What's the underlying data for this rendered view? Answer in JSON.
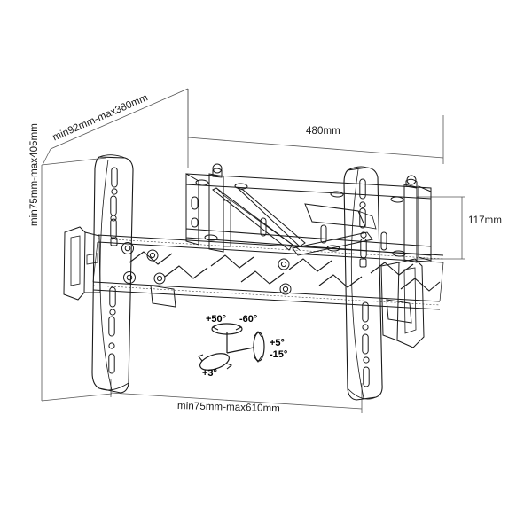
{
  "drawing": {
    "title": "TV wall mount bracket technical dimension drawing",
    "background_color": "#ffffff",
    "line_color": "#1a1a1a",
    "dimensions": {
      "depth_diagonal": "min92mm-max380mm",
      "height_vertical": "min75mm-max405mm",
      "width_top": "480mm",
      "depth_right": "117mm",
      "width_bottom": "min75mm-max610mm"
    },
    "angles": {
      "pan_positive": "+50°",
      "pan_negative": "-60°",
      "tilt_positive": "+5°",
      "tilt_negative": "-15°",
      "roll": "+3°"
    }
  }
}
